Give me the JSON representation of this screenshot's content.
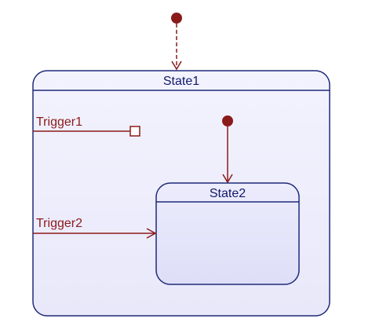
{
  "diagram": {
    "outer_state": {
      "name": "State1"
    },
    "inner_state": {
      "name": "State2"
    },
    "triggers": [
      {
        "label": "Trigger1"
      },
      {
        "label": "Trigger2"
      }
    ]
  },
  "colors": {
    "state_border": "#1f2a78",
    "state_fill": "#eeeefc",
    "state_text": "#12186b",
    "transition": "#8b1a1a"
  }
}
